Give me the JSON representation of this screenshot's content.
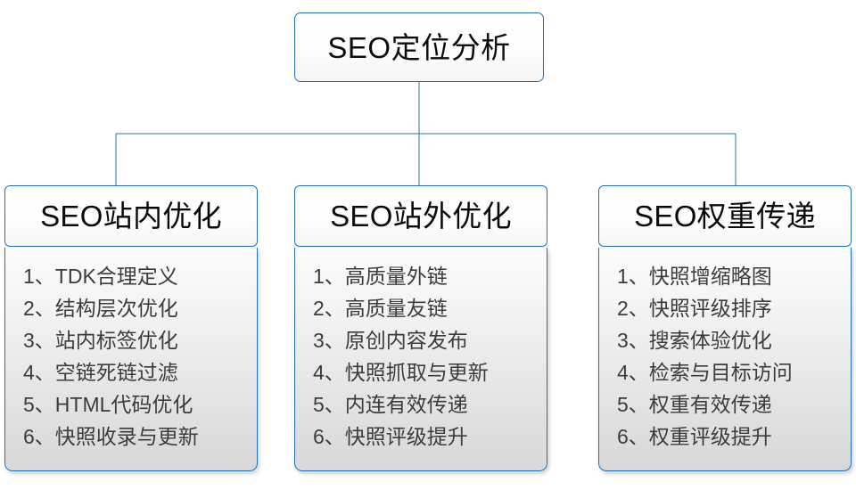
{
  "diagram": {
    "type": "hierarchy-tree",
    "root": {
      "label": "SEO定位分析"
    },
    "accent_color": "#1f72c0",
    "text_color": "#0a0a0a",
    "item_text_color": "#3c3c3c",
    "branches": [
      {
        "header": "SEO站内优化",
        "items": [
          {
            "index": "1、",
            "text": "TDK合理定义"
          },
          {
            "index": "2、",
            "text": "结构层次优化"
          },
          {
            "index": "3、",
            "text": "站内标签优化"
          },
          {
            "index": "4、",
            "text": "空链死链过滤"
          },
          {
            "index": "5、",
            "text": "HTML代码优化"
          },
          {
            "index": "6、",
            "text": "快照收录与更新"
          }
        ]
      },
      {
        "header": "SEO站外优化",
        "items": [
          {
            "index": "1、",
            "text": "高质量外链"
          },
          {
            "index": "2、",
            "text": "高质量友链"
          },
          {
            "index": "3、",
            "text": "原创内容发布"
          },
          {
            "index": "4、",
            "text": "快照抓取与更新"
          },
          {
            "index": "5、",
            "text": "内连有效传递"
          },
          {
            "index": "6、",
            "text": "快照评级提升"
          }
        ]
      },
      {
        "header": "SEO权重传递",
        "items": [
          {
            "index": "1、",
            "text": "快照增缩略图"
          },
          {
            "index": "2、",
            "text": "快照评级排序"
          },
          {
            "index": "3、",
            "text": "搜索体验优化"
          },
          {
            "index": "4、",
            "text": "检索与目标访问"
          },
          {
            "index": "5、",
            "text": "权重有效传递"
          },
          {
            "index": "6、",
            "text": "权重评级提升"
          }
        ]
      }
    ]
  }
}
